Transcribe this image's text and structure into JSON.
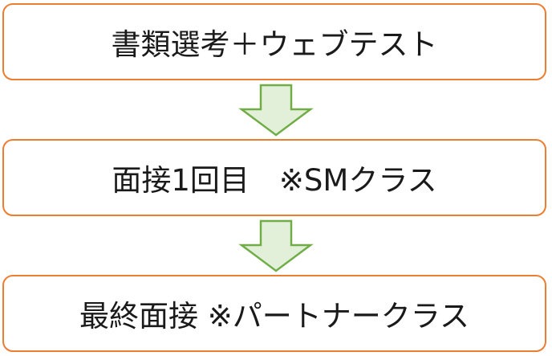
{
  "diagram": {
    "steps": [
      {
        "label": "書類選考＋ウェブテスト"
      },
      {
        "label": "面接1回目　※SMクラス"
      },
      {
        "label": "最終面接 ※パートナークラス"
      }
    ],
    "colors": {
      "box_border": "#ED7D31",
      "arrow_fill": "#E2F0D9",
      "arrow_stroke": "#70AD47",
      "text": "#1a1a1a"
    },
    "icons": {
      "arrow": "arrow-down-icon"
    }
  }
}
